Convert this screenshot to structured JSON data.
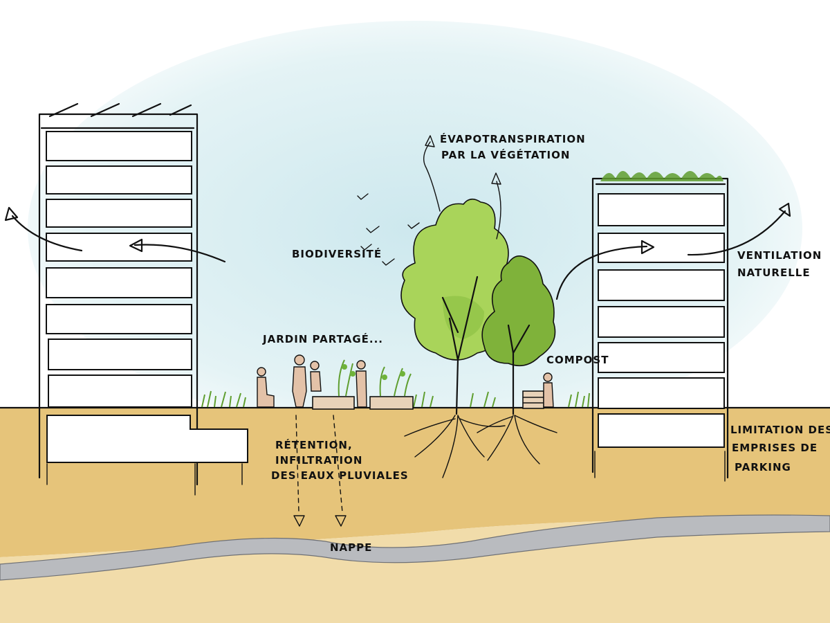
{
  "labels": {
    "evapo_line1": "ÉVAPOTRANSPIRATION",
    "evapo_line2": "PAR LA VÉGÉTATION",
    "biodiversite": "BIODIVERSITÉ",
    "jardin": "JARDIN PARTAGÉ...",
    "compost": "COMPOST",
    "ventilation_line1": "VENTILATION",
    "ventilation_line2": "NATURELLE",
    "retention_line1": "RÉTENTION,",
    "retention_line2": "INFILTRATION",
    "retention_line3": "DES EAUX PLUVIALES",
    "limitation_line1": "LIMITATION DES",
    "limitation_line2": "EMPRISES DE",
    "limitation_line3": "PARKING",
    "nappe": "NAPPE"
  },
  "colors": {
    "sky": "#d8eef2",
    "soil_top": "#e6c47a",
    "soil_deep": "#f1dcaa",
    "water": "#b9bbbf",
    "tree_light": "#a9d45a",
    "tree_dark": "#7fb23a",
    "grass": "#5f9e2f",
    "planter": "#e8d2b8",
    "people": "#e3c2a8"
  }
}
